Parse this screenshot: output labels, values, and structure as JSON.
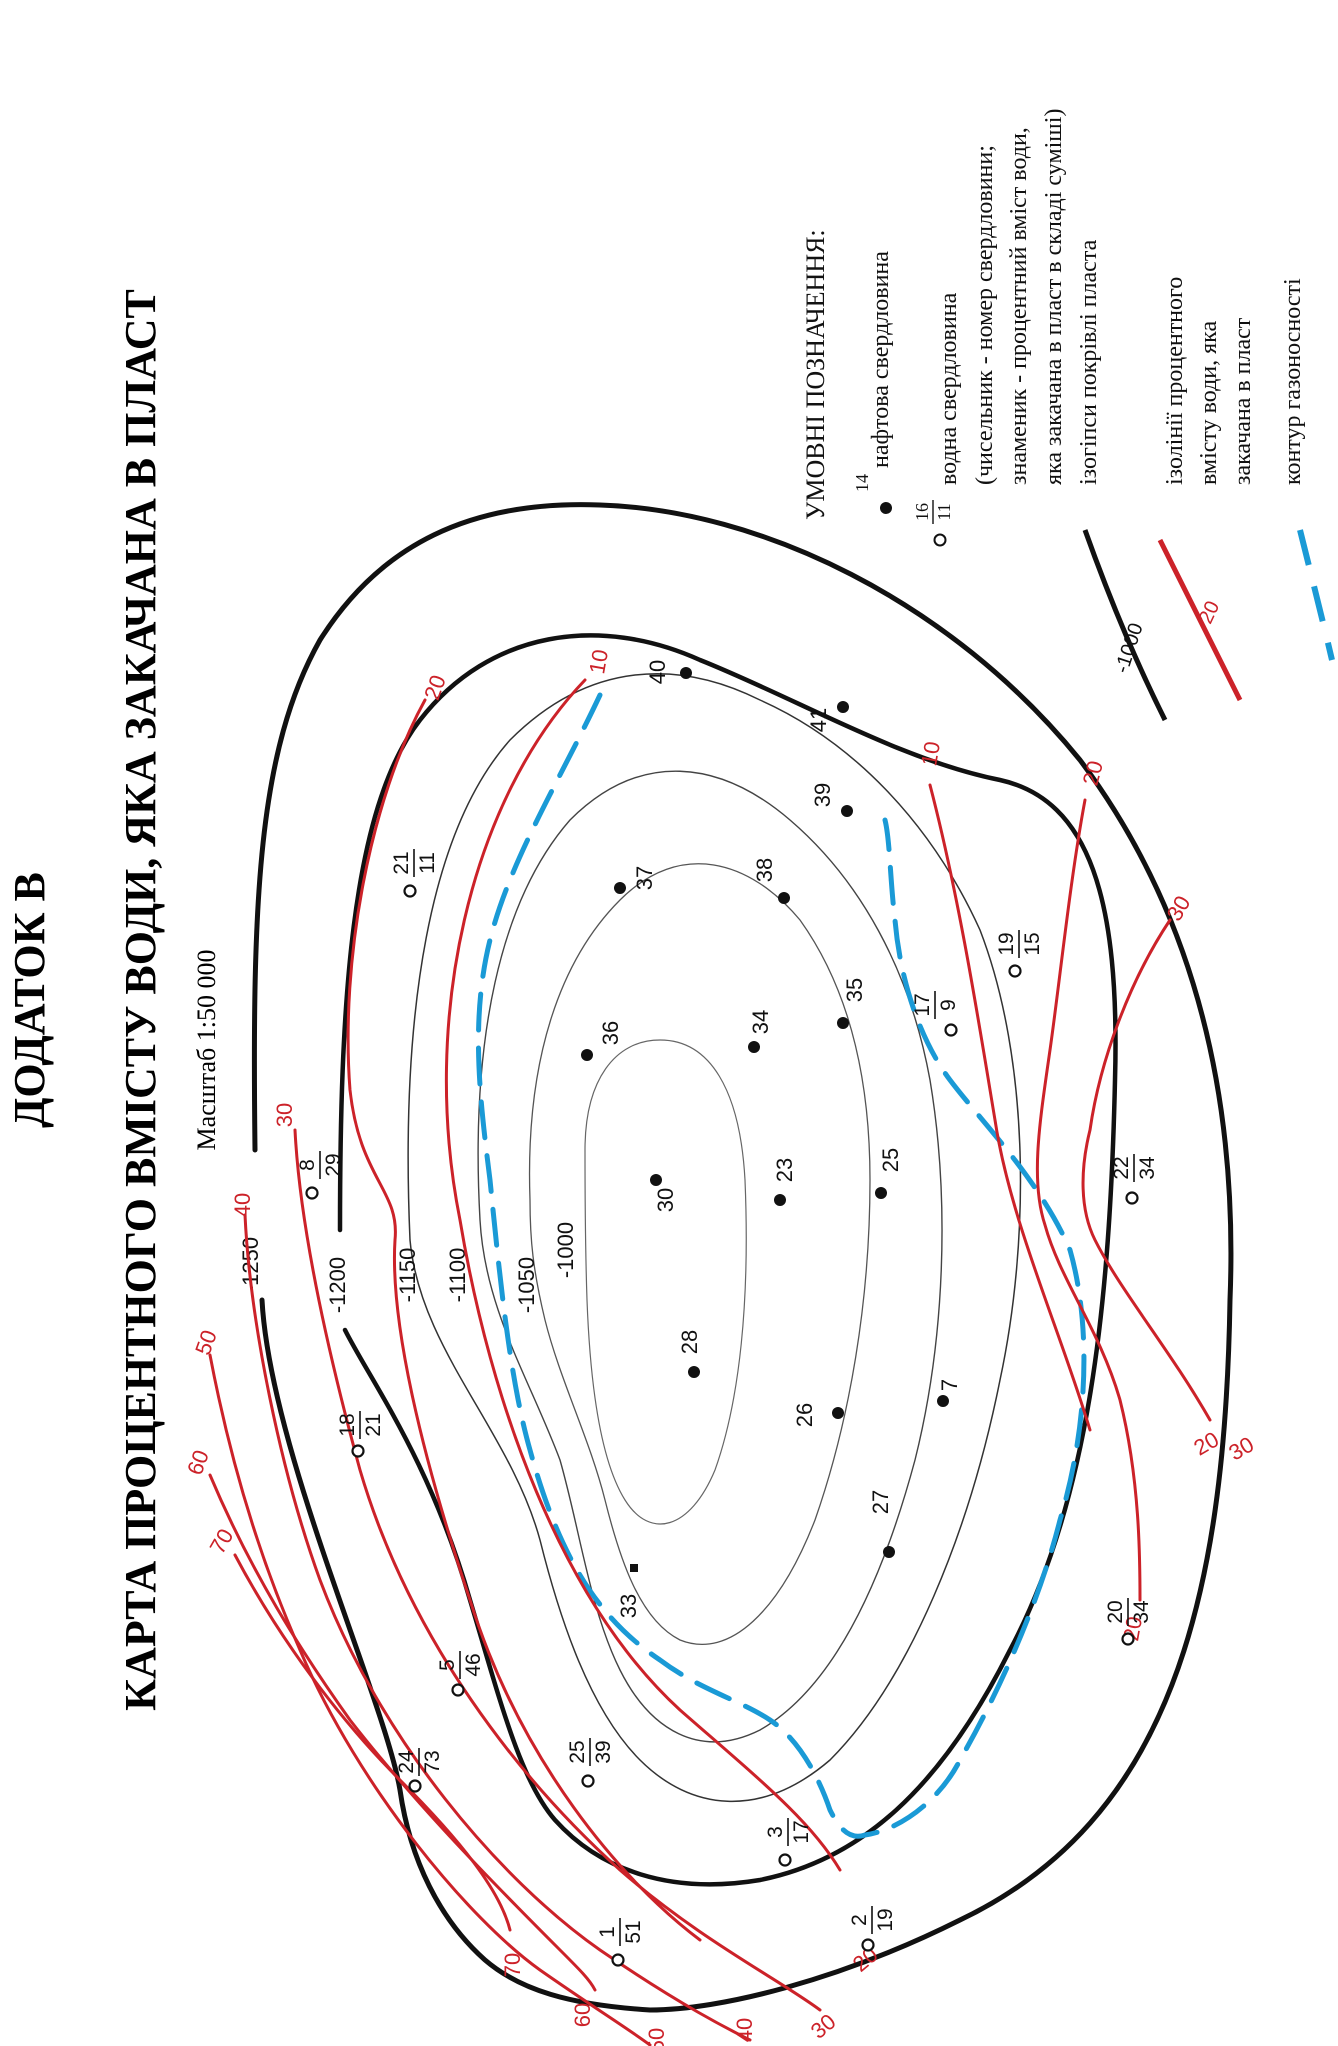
{
  "header": {
    "appendix": "ДОДАТОК В",
    "title": "КАРТА ПРОЦЕНТНОГО ВМІСТУ ВОДИ, ЯКА ЗАКАЧАНА В ПЛАСТ",
    "scale": "Масштаб 1:50 000"
  },
  "legend": {
    "heading": "УМОВНІ ПОЗНАЧЕННЯ:",
    "oil_well": {
      "sample_number": "14",
      "text": "нафтова свердловина"
    },
    "water_well": {
      "sample_numerator": "16",
      "sample_denominator": "11",
      "lines": [
        "водна свердловина",
        "(чисельник - номер свердловини;",
        "знаменик - процентний вміст води,",
        "яка закачана в пласт в складі суміші)"
      ]
    },
    "isohypse": {
      "sample_label": "-1000",
      "text": "ізогіпси покрівлі пласта"
    },
    "isoline": {
      "sample_label": "20",
      "lines": [
        "ізолінії процентного",
        "вмісту води, яка",
        "закачана в пласт"
      ]
    },
    "gas_contour": {
      "text": "контур газоносності"
    }
  },
  "colors": {
    "isoline": "#cc2229",
    "gas": "#1a9ad6",
    "structure": "#111111",
    "inner_contour": "#666666"
  },
  "map": {
    "isohypse_labels": [
      "-1000",
      "-1050",
      "-1100",
      "-1150",
      "-1200",
      "-1250"
    ],
    "isoline_labels": [
      "10",
      "10",
      "20",
      "20",
      "20",
      "20",
      "20",
      "30",
      "30",
      "30",
      "30",
      "40",
      "40",
      "50",
      "50",
      "60",
      "60",
      "70",
      "70"
    ],
    "oil_wells": [
      "40",
      "41",
      "39",
      "37",
      "38",
      "36",
      "34",
      "35",
      "30",
      "23",
      "25",
      "28",
      "26",
      "7",
      "27",
      "33"
    ],
    "water_wells": [
      {
        "n": "21",
        "d": "11"
      },
      {
        "n": "19",
        "d": "15"
      },
      {
        "n": "17",
        "d": "9"
      },
      {
        "n": "8",
        "d": "29"
      },
      {
        "n": "22",
        "d": "34"
      },
      {
        "n": "18",
        "d": "21"
      },
      {
        "n": "20",
        "d": "34"
      },
      {
        "n": "5",
        "d": "46"
      },
      {
        "n": "24",
        "d": "73"
      },
      {
        "n": "25",
        "d": "39"
      },
      {
        "n": "3",
        "d": "17"
      },
      {
        "n": "2",
        "d": "19"
      },
      {
        "n": "1",
        "d": "51"
      }
    ]
  }
}
